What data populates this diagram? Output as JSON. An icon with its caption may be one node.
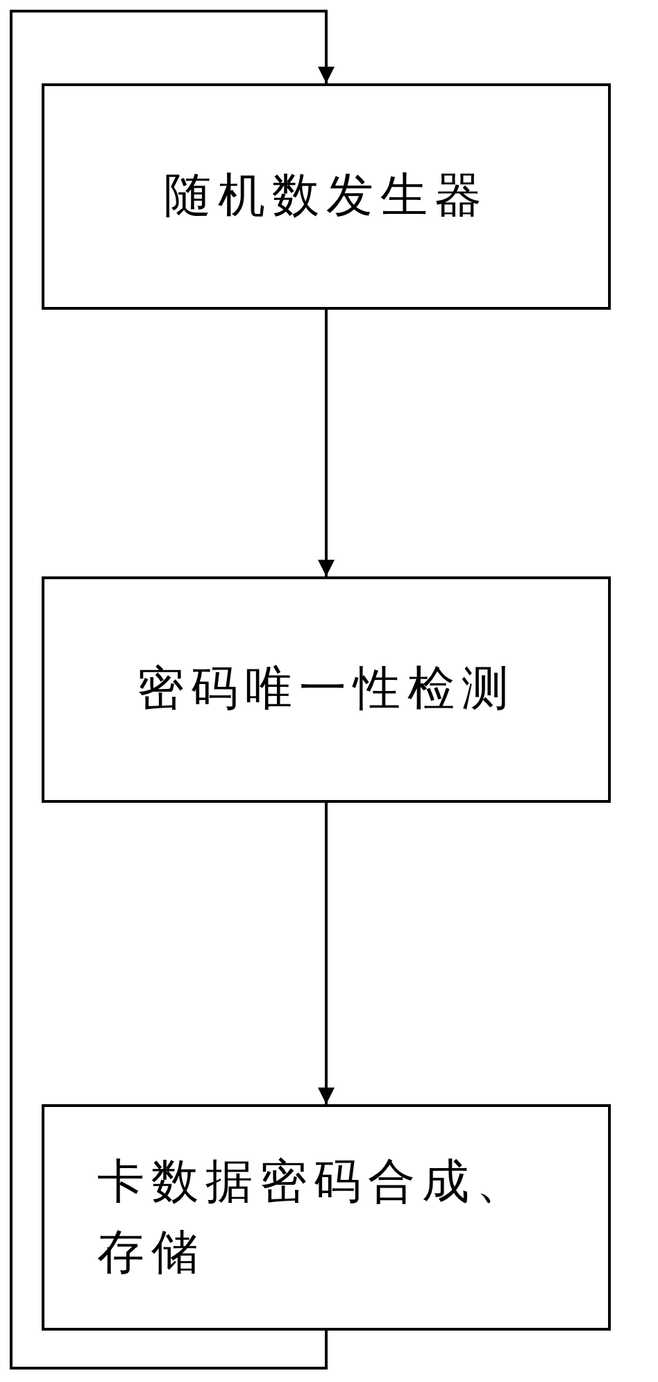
{
  "diagram": {
    "nodes": [
      {
        "text": [
          "随机数发生器"
        ]
      },
      {
        "text": [
          "密码唯一性检测"
        ]
      },
      {
        "text": [
          "卡数据密码合成、存储"
        ]
      }
    ],
    "edges": [
      {
        "from": 0,
        "to": 1,
        "arrow": "to"
      },
      {
        "from": 1,
        "to": 2,
        "arrow": "to"
      },
      {
        "from": 2,
        "to": 0,
        "arrow": "to"
      }
    ]
  }
}
